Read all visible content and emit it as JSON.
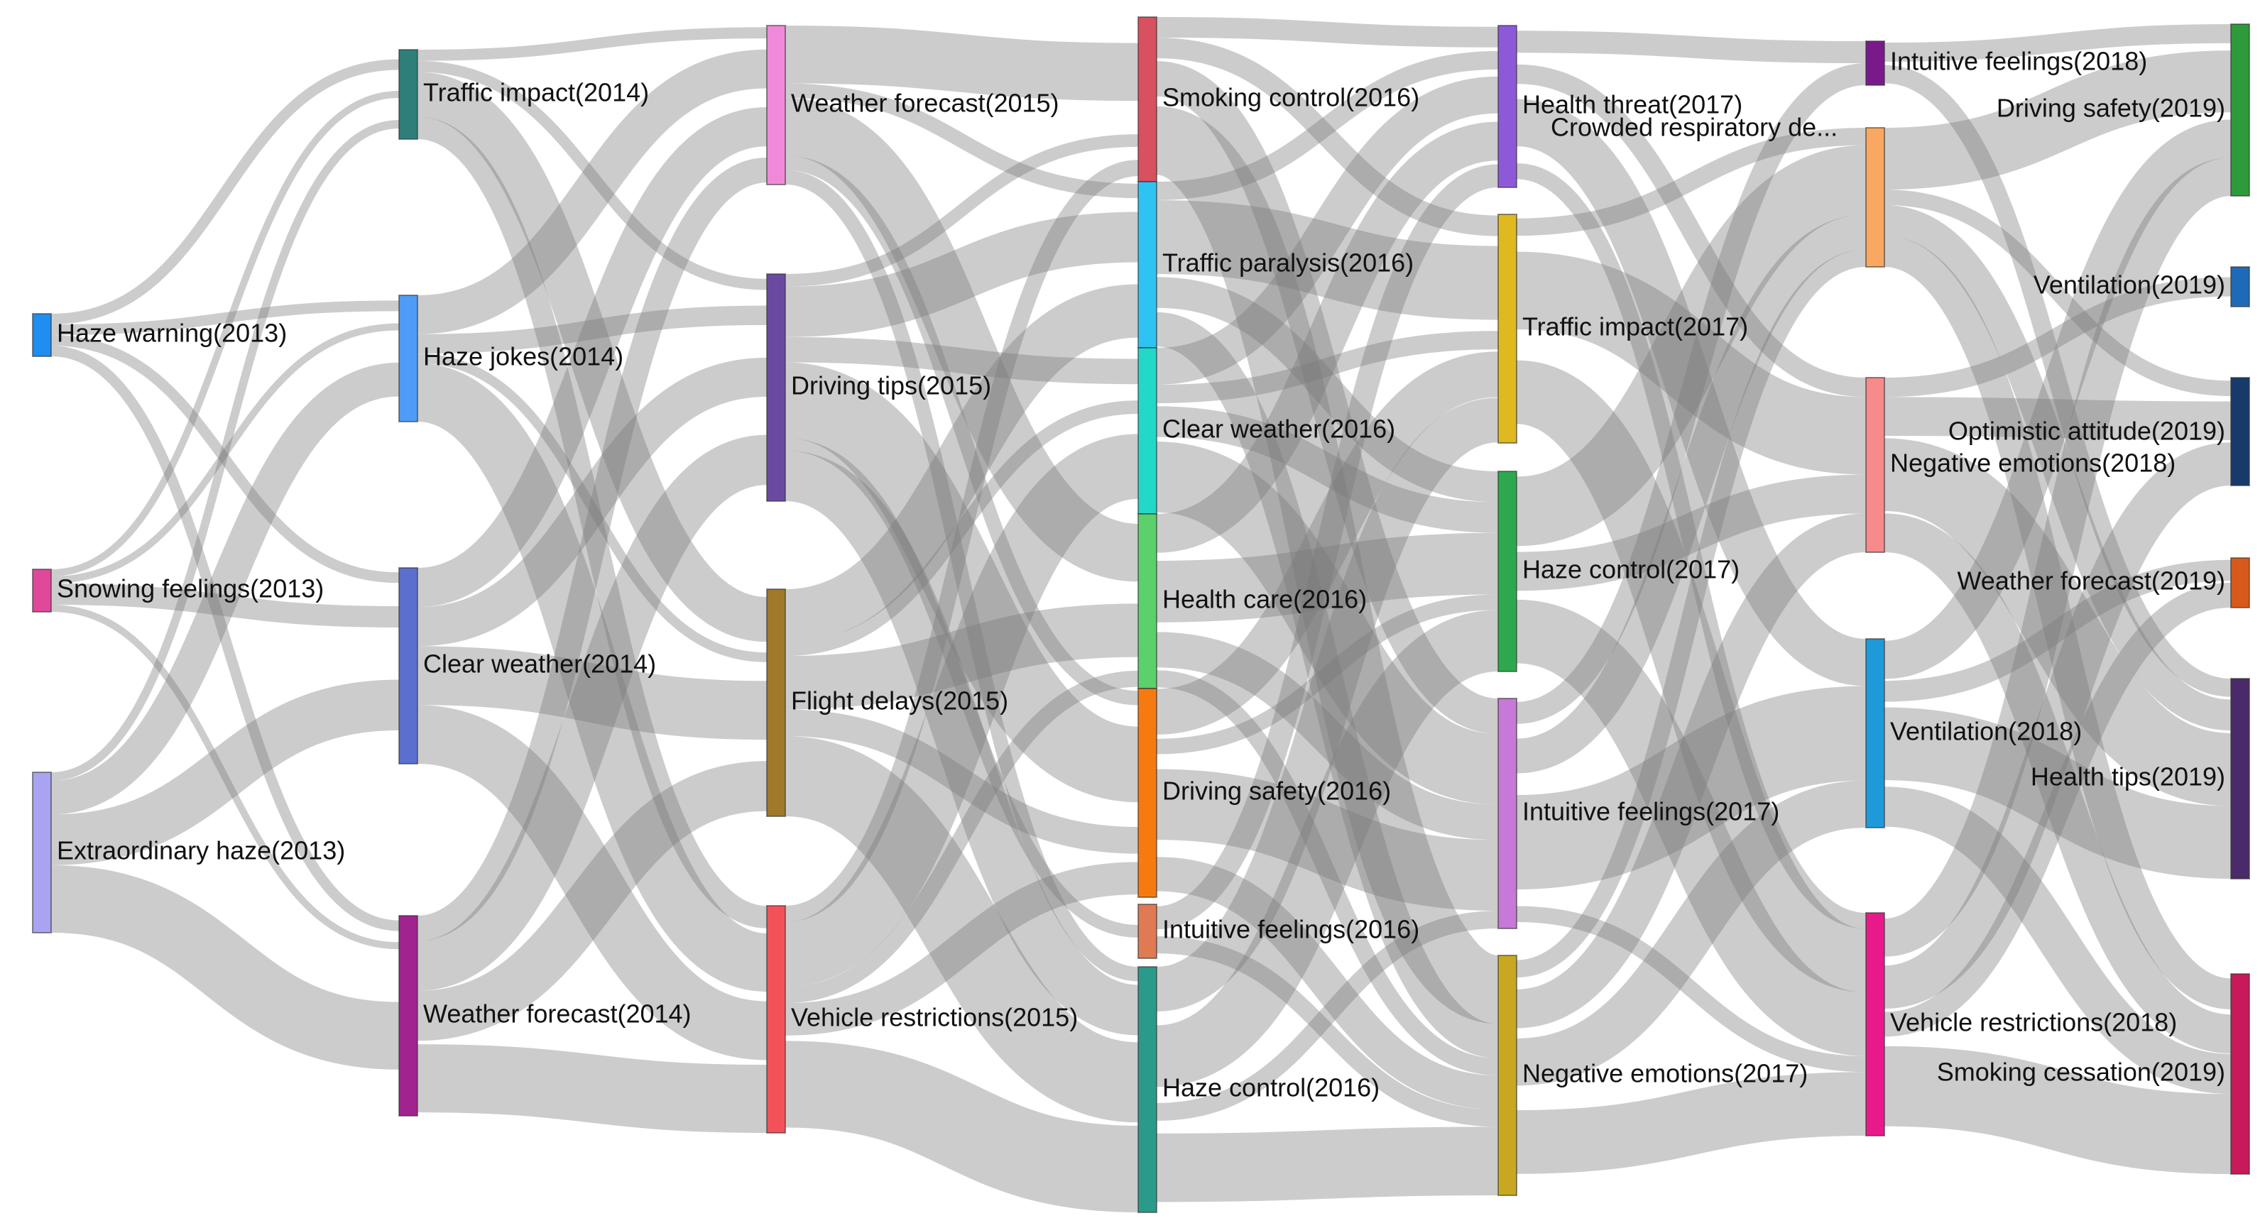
{
  "chart_data": {
    "type": "sankey",
    "node_colors": {
      "Haze warning(2013)": "#1f8ef0",
      "Snowing feelings(2013)": "#e0489a",
      "Extraordinary haze(2013)": "#a9a4f2",
      "Traffic impact(2014)": "#2e7f7a",
      "Haze jokes(2014)": "#4f9cf7",
      "Clear weather(2014)": "#5b6fce",
      "Weather forecast(2014)": "#a0238f",
      "Weather forecast(2015)": "#f08ad8",
      "Driving tips(2015)": "#6a4aa0",
      "Flight delays(2015)": "#a07a2a",
      "Vehicle restrictions(2015)": "#f4525a",
      "Smoking control(2016)": "#d9505e",
      "Traffic paralysis(2016)": "#2ec3f2",
      "Clear weather(2016)": "#22d8c8",
      "Health care(2016)": "#5cd06a",
      "Driving safety(2016)": "#f77a10",
      "Intuitive feelings(2016)": "#e07a52",
      "Haze control(2016)": "#2a9a8a",
      "Health threat(2017)": "#8c5ad8",
      "Traffic impact(2017)": "#e0b820",
      "Haze control(2017)": "#2ea84e",
      "Intuitive feelings(2017)": "#c878d8",
      "Negative emotions(2017)": "#c8a820",
      "Intuitive feelings(2018)": "#7a1a8a",
      "Crowded respiratory de...": "#f8a860",
      "Negative emotions(2018)": "#f78a8a",
      "Ventilation(2018)": "#1f9ad8",
      "Vehicle restrictions(2018)": "#e81a8a",
      "Driving safety(2019)": "#2e9a3a",
      "Ventilation(2019)": "#1f6ab8",
      "Optimistic attitude(2019)": "#173a6a",
      "Weather forecast(2019)": "#d85a1a",
      "Health tips(2019)": "#4a2a6a",
      "Smoking cessation(2019)": "#c81a5a"
    },
    "nodes": [
      {
        "name": "Haze warning(2013)",
        "year": 2013,
        "value": 3
      },
      {
        "name": "Snowing feelings(2013)",
        "year": 2013,
        "value": 3
      },
      {
        "name": "Extraordinary haze(2013)",
        "year": 2013,
        "value": 11
      },
      {
        "name": "Traffic impact(2014)",
        "year": 2014,
        "value": 6
      },
      {
        "name": "Haze jokes(2014)",
        "year": 2014,
        "value": 9
      },
      {
        "name": "Clear weather(2014)",
        "year": 2014,
        "value": 13
      },
      {
        "name": "Weather forecast(2014)",
        "year": 2014,
        "value": 14
      },
      {
        "name": "Weather forecast(2015)",
        "year": 2015,
        "value": 11
      },
      {
        "name": "Driving tips(2015)",
        "year": 2015,
        "value": 16
      },
      {
        "name": "Flight delays(2015)",
        "year": 2015,
        "value": 16
      },
      {
        "name": "Vehicle restrictions(2015)",
        "year": 2015,
        "value": 16
      },
      {
        "name": "Smoking control(2016)",
        "year": 2016,
        "value": 11
      },
      {
        "name": "Traffic paralysis(2016)",
        "year": 2016,
        "value": 11
      },
      {
        "name": "Clear weather(2016)",
        "year": 2016,
        "value": 11
      },
      {
        "name": "Health care(2016)",
        "year": 2016,
        "value": 12
      },
      {
        "name": "Driving safety(2016)",
        "year": 2016,
        "value": 14
      },
      {
        "name": "Intuitive feelings(2016)",
        "year": 2016,
        "value": 3
      },
      {
        "name": "Haze control(2016)",
        "year": 2016,
        "value": 17
      },
      {
        "name": "Health threat(2017)",
        "year": 2017,
        "value": 11
      },
      {
        "name": "Traffic impact(2017)",
        "year": 2017,
        "value": 16
      },
      {
        "name": "Haze control(2017)",
        "year": 2017,
        "value": 14
      },
      {
        "name": "Intuitive feelings(2017)",
        "year": 2017,
        "value": 16
      },
      {
        "name": "Negative emotions(2017)",
        "year": 2017,
        "value": 17
      },
      {
        "name": "Intuitive feelings(2018)",
        "year": 2018,
        "value": 3
      },
      {
        "name": "Crowded respiratory de...",
        "year": 2018,
        "value": 10
      },
      {
        "name": "Negative emotions(2018)",
        "year": 2018,
        "value": 12
      },
      {
        "name": "Ventilation(2018)",
        "year": 2018,
        "value": 13
      },
      {
        "name": "Vehicle restrictions(2018)",
        "year": 2018,
        "value": 15
      },
      {
        "name": "Driving safety(2019)",
        "year": 2019,
        "value": 12
      },
      {
        "name": "Ventilation(2019)",
        "year": 2019,
        "value": 3
      },
      {
        "name": "Optimistic attitude(2019)",
        "year": 2019,
        "value": 7
      },
      {
        "name": "Weather forecast(2019)",
        "year": 2019,
        "value": 3
      },
      {
        "name": "Health tips(2019)",
        "year": 2019,
        "value": 14
      },
      {
        "name": "Smoking cessation(2019)",
        "year": 2019,
        "value": 14
      }
    ],
    "links": [
      {
        "source": "Haze warning(2013)",
        "target": "Traffic impact(2014)",
        "value": 0.5
      },
      {
        "source": "Haze warning(2013)",
        "target": "Haze jokes(2014)",
        "value": 0.5
      },
      {
        "source": "Haze warning(2013)",
        "target": "Clear weather(2014)",
        "value": 0.5
      },
      {
        "source": "Haze warning(2013)",
        "target": "Weather forecast(2014)",
        "value": 0.5
      },
      {
        "source": "Snowing feelings(2013)",
        "target": "Traffic impact(2014)",
        "value": 0.5
      },
      {
        "source": "Snowing feelings(2013)",
        "target": "Haze jokes(2014)",
        "value": 0.5
      },
      {
        "source": "Snowing feelings(2013)",
        "target": "Clear weather(2014)",
        "value": 1.5
      },
      {
        "source": "Snowing feelings(2013)",
        "target": "Weather forecast(2014)",
        "value": 0.5
      },
      {
        "source": "Extraordinary haze(2013)",
        "target": "Traffic impact(2014)",
        "value": 0.5
      },
      {
        "source": "Extraordinary haze(2013)",
        "target": "Haze jokes(2014)",
        "value": 2
      },
      {
        "source": "Extraordinary haze(2013)",
        "target": "Clear weather(2014)",
        "value": 3
      },
      {
        "source": "Extraordinary haze(2013)",
        "target": "Weather forecast(2014)",
        "value": 4
      },
      {
        "source": "Traffic impact(2014)",
        "target": "Weather forecast(2015)",
        "value": 0.5
      },
      {
        "source": "Traffic impact(2014)",
        "target": "Driving tips(2015)",
        "value": 0.5
      },
      {
        "source": "Traffic impact(2014)",
        "target": "Flight delays(2015)",
        "value": 2
      },
      {
        "source": "Traffic impact(2014)",
        "target": "Vehicle restrictions(2015)",
        "value": 1
      },
      {
        "source": "Haze jokes(2014)",
        "target": "Weather forecast(2015)",
        "value": 2
      },
      {
        "source": "Haze jokes(2014)",
        "target": "Driving tips(2015)",
        "value": 1
      },
      {
        "source": "Haze jokes(2014)",
        "target": "Flight delays(2015)",
        "value": 0.5
      },
      {
        "source": "Haze jokes(2014)",
        "target": "Vehicle restrictions(2015)",
        "value": 3
      },
      {
        "source": "Clear weather(2014)",
        "target": "Weather forecast(2015)",
        "value": 2
      },
      {
        "source": "Clear weather(2014)",
        "target": "Driving tips(2015)",
        "value": 2
      },
      {
        "source": "Clear weather(2014)",
        "target": "Flight delays(2015)",
        "value": 3
      },
      {
        "source": "Clear weather(2014)",
        "target": "Vehicle restrictions(2015)",
        "value": 3
      },
      {
        "source": "Weather forecast(2014)",
        "target": "Weather forecast(2015)",
        "value": 1
      },
      {
        "source": "Weather forecast(2014)",
        "target": "Driving tips(2015)",
        "value": 2
      },
      {
        "source": "Weather forecast(2014)",
        "target": "Flight delays(2015)",
        "value": 2
      },
      {
        "source": "Weather forecast(2014)",
        "target": "Vehicle restrictions(2015)",
        "value": 3
      },
      {
        "source": "Weather forecast(2015)",
        "target": "Smoking control(2016)",
        "value": 2
      },
      {
        "source": "Weather forecast(2015)",
        "target": "Traffic paralysis(2016)",
        "value": 0.5
      },
      {
        "source": "Weather forecast(2015)",
        "target": "Health care(2016)",
        "value": 2
      },
      {
        "source": "Weather forecast(2015)",
        "target": "Driving safety(2016)",
        "value": 0.5
      },
      {
        "source": "Weather forecast(2015)",
        "target": "Haze control(2016)",
        "value": 0.5
      },
      {
        "source": "Driving tips(2015)",
        "target": "Smoking control(2016)",
        "value": 0.5
      },
      {
        "source": "Driving tips(2015)",
        "target": "Traffic paralysis(2016)",
        "value": 2
      },
      {
        "source": "Driving tips(2015)",
        "target": "Clear weather(2016)",
        "value": 1
      },
      {
        "source": "Driving tips(2015)",
        "target": "Driving safety(2016)",
        "value": 3
      },
      {
        "source": "Driving tips(2015)",
        "target": "Intuitive feelings(2016)",
        "value": 0.5
      },
      {
        "source": "Driving tips(2015)",
        "target": "Haze control(2016)",
        "value": 2
      },
      {
        "source": "Flight delays(2015)",
        "target": "Traffic paralysis(2016)",
        "value": 2
      },
      {
        "source": "Flight delays(2015)",
        "target": "Clear weather(2016)",
        "value": 0.5
      },
      {
        "source": "Flight delays(2015)",
        "target": "Health care(2016)",
        "value": 2
      },
      {
        "source": "Flight delays(2015)",
        "target": "Driving safety(2016)",
        "value": 1
      },
      {
        "source": "Flight delays(2015)",
        "target": "Haze control(2016)",
        "value": 3
      },
      {
        "source": "Vehicle restrictions(2015)",
        "target": "Smoking control(2016)",
        "value": 0.5
      },
      {
        "source": "Vehicle restrictions(2015)",
        "target": "Clear weather(2016)",
        "value": 2
      },
      {
        "source": "Vehicle restrictions(2015)",
        "target": "Health care(2016)",
        "value": 0.5
      },
      {
        "source": "Vehicle restrictions(2015)",
        "target": "Driving safety(2016)",
        "value": 1
      },
      {
        "source": "Vehicle restrictions(2015)",
        "target": "Haze control(2016)",
        "value": 3
      },
      {
        "source": "Smoking control(2016)",
        "target": "Health threat(2017)",
        "value": 0.5
      },
      {
        "source": "Smoking control(2016)",
        "target": "Traffic impact(2017)",
        "value": 0.5
      },
      {
        "source": "Smoking control(2016)",
        "target": "Intuitive feelings(2017)",
        "value": 1
      },
      {
        "source": "Smoking control(2016)",
        "target": "Negative emotions(2017)",
        "value": 2
      },
      {
        "source": "Traffic paralysis(2016)",
        "target": "Health threat(2017)",
        "value": 0.5
      },
      {
        "source": "Traffic paralysis(2016)",
        "target": "Traffic impact(2017)",
        "value": 2
      },
      {
        "source": "Traffic paralysis(2016)",
        "target": "Haze control(2017)",
        "value": 1
      },
      {
        "source": "Traffic paralysis(2016)",
        "target": "Negative emotions(2017)",
        "value": 1
      },
      {
        "source": "Clear weather(2016)",
        "target": "Health threat(2017)",
        "value": 1
      },
      {
        "source": "Clear weather(2016)",
        "target": "Traffic impact(2017)",
        "value": 0.5
      },
      {
        "source": "Clear weather(2016)",
        "target": "Haze control(2017)",
        "value": 1
      },
      {
        "source": "Clear weather(2016)",
        "target": "Intuitive feelings(2017)",
        "value": 2
      },
      {
        "source": "Health care(2016)",
        "target": "Health threat(2017)",
        "value": 1
      },
      {
        "source": "Health care(2016)",
        "target": "Haze control(2017)",
        "value": 2
      },
      {
        "source": "Health care(2016)",
        "target": "Intuitive feelings(2017)",
        "value": 1
      },
      {
        "source": "Health care(2016)",
        "target": "Negative emotions(2017)",
        "value": 0.5
      },
      {
        "source": "Driving safety(2016)",
        "target": "Traffic impact(2017)",
        "value": 1
      },
      {
        "source": "Driving safety(2016)",
        "target": "Haze control(2017)",
        "value": 0.5
      },
      {
        "source": "Driving safety(2016)",
        "target": "Intuitive feelings(2017)",
        "value": 2
      },
      {
        "source": "Driving safety(2016)",
        "target": "Negative emotions(2017)",
        "value": 1
      },
      {
        "source": "Intuitive feelings(2016)",
        "target": "Health threat(2017)",
        "value": 0.5
      },
      {
        "source": "Intuitive feelings(2016)",
        "target": "Negative emotions(2017)",
        "value": 0.5
      },
      {
        "source": "Haze control(2016)",
        "target": "Traffic impact(2017)",
        "value": 1
      },
      {
        "source": "Haze control(2016)",
        "target": "Haze control(2017)",
        "value": 2
      },
      {
        "source": "Haze control(2016)",
        "target": "Intuitive feelings(2017)",
        "value": 0.5
      },
      {
        "source": "Haze control(2016)",
        "target": "Negative emotions(2017)",
        "value": 2
      },
      {
        "source": "Health threat(2017)",
        "target": "Intuitive feelings(2018)",
        "value": 0.5
      },
      {
        "source": "Health threat(2017)",
        "target": "Negative emotions(2018)",
        "value": 0.5
      },
      {
        "source": "Health threat(2017)",
        "target": "Ventilation(2018)",
        "value": 1
      },
      {
        "source": "Health threat(2017)",
        "target": "Vehicle restrictions(2018)",
        "value": 0.5
      },
      {
        "source": "Traffic impact(2017)",
        "target": "Crowded respiratory de...",
        "value": 0.5
      },
      {
        "source": "Traffic impact(2017)",
        "target": "Negative emotions(2018)",
        "value": 2
      },
      {
        "source": "Traffic impact(2017)",
        "target": "Vehicle restrictions(2018)",
        "value": 2
      },
      {
        "source": "Haze control(2017)",
        "target": "Crowded respiratory de...",
        "value": 2
      },
      {
        "source": "Haze control(2017)",
        "target": "Negative emotions(2018)",
        "value": 1
      },
      {
        "source": "Haze control(2017)",
        "target": "Vehicle restrictions(2018)",
        "value": 2
      },
      {
        "source": "Intuitive feelings(2017)",
        "target": "Intuitive feelings(2018)",
        "value": 0.5
      },
      {
        "source": "Intuitive feelings(2017)",
        "target": "Crowded respiratory de...",
        "value": 1
      },
      {
        "source": "Intuitive feelings(2017)",
        "target": "Ventilation(2018)",
        "value": 2
      },
      {
        "source": "Intuitive feelings(2017)",
        "target": "Vehicle restrictions(2018)",
        "value": 0.5
      },
      {
        "source": "Negative emotions(2017)",
        "target": "Crowded respiratory de...",
        "value": 0.5
      },
      {
        "source": "Negative emotions(2017)",
        "target": "Negative emotions(2018)",
        "value": 1
      },
      {
        "source": "Negative emotions(2017)",
        "target": "Ventilation(2018)",
        "value": 1
      },
      {
        "source": "Negative emotions(2017)",
        "target": "Vehicle restrictions(2018)",
        "value": 2
      },
      {
        "source": "Intuitive feelings(2018)",
        "target": "Driving safety(2019)",
        "value": 0.5
      },
      {
        "source": "Intuitive feelings(2018)",
        "target": "Health tips(2019)",
        "value": 0.5
      },
      {
        "source": "Crowded respiratory de...",
        "target": "Driving safety(2019)",
        "value": 2
      },
      {
        "source": "Crowded respiratory de...",
        "target": "Optimistic attitude(2019)",
        "value": 0.5
      },
      {
        "source": "Crowded respiratory de...",
        "target": "Health tips(2019)",
        "value": 1
      },
      {
        "source": "Crowded respiratory de...",
        "target": "Smoking cessation(2019)",
        "value": 1
      },
      {
        "source": "Negative emotions(2018)",
        "target": "Ventilation(2019)",
        "value": 0.5
      },
      {
        "source": "Negative emotions(2018)",
        "target": "Optimistic attitude(2019)",
        "value": 1
      },
      {
        "source": "Negative emotions(2018)",
        "target": "Health tips(2019)",
        "value": 2
      },
      {
        "source": "Negative emotions(2018)",
        "target": "Smoking cessation(2019)",
        "value": 1
      },
      {
        "source": "Ventilation(2018)",
        "target": "Driving safety(2019)",
        "value": 1
      },
      {
        "source": "Ventilation(2018)",
        "target": "Weather forecast(2019)",
        "value": 0.5
      },
      {
        "source": "Ventilation(2018)",
        "target": "Health tips(2019)",
        "value": 2
      },
      {
        "source": "Ventilation(2018)",
        "target": "Smoking cessation(2019)",
        "value": 1
      },
      {
        "source": "Vehicle restrictions(2018)",
        "target": "Driving safety(2019)",
        "value": 1
      },
      {
        "source": "Vehicle restrictions(2018)",
        "target": "Optimistic attitude(2019)",
        "value": 1
      },
      {
        "source": "Vehicle restrictions(2018)",
        "target": "Weather forecast(2019)",
        "value": 0.5
      },
      {
        "source": "Vehicle restrictions(2018)",
        "target": "Smoking cessation(2019)",
        "value": 2
      }
    ]
  }
}
